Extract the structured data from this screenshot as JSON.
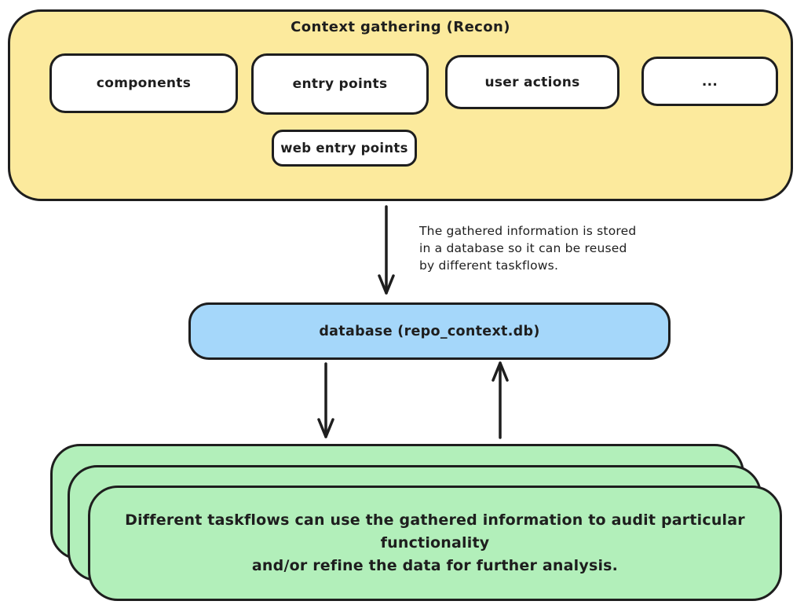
{
  "colors": {
    "yellow": "#fcea9d",
    "blue": "#a5d7fa",
    "green": "#b2efba",
    "stroke": "#1e1e1e",
    "background": "#ffffff"
  },
  "recon": {
    "title": "Context gathering (Recon)",
    "items": [
      {
        "label": "components"
      },
      {
        "label": "entry points"
      },
      {
        "label": "user actions"
      },
      {
        "label": "..."
      }
    ],
    "sub_item": {
      "label": "web entry points"
    }
  },
  "annotation": {
    "line1": "The gathered information is stored",
    "line2": "in a database so it can be reused",
    "line3": "by different taskflows."
  },
  "database": {
    "label": "database (repo_context.db)"
  },
  "taskflows": {
    "line1": "Different taskflows can use the gathered information to audit particular functionality",
    "line2": "and/or refine the data for further analysis."
  },
  "arrows": [
    {
      "name": "recon-to-database",
      "direction": "down"
    },
    {
      "name": "database-to-taskflows",
      "direction": "down"
    },
    {
      "name": "taskflows-to-database",
      "direction": "up"
    }
  ]
}
